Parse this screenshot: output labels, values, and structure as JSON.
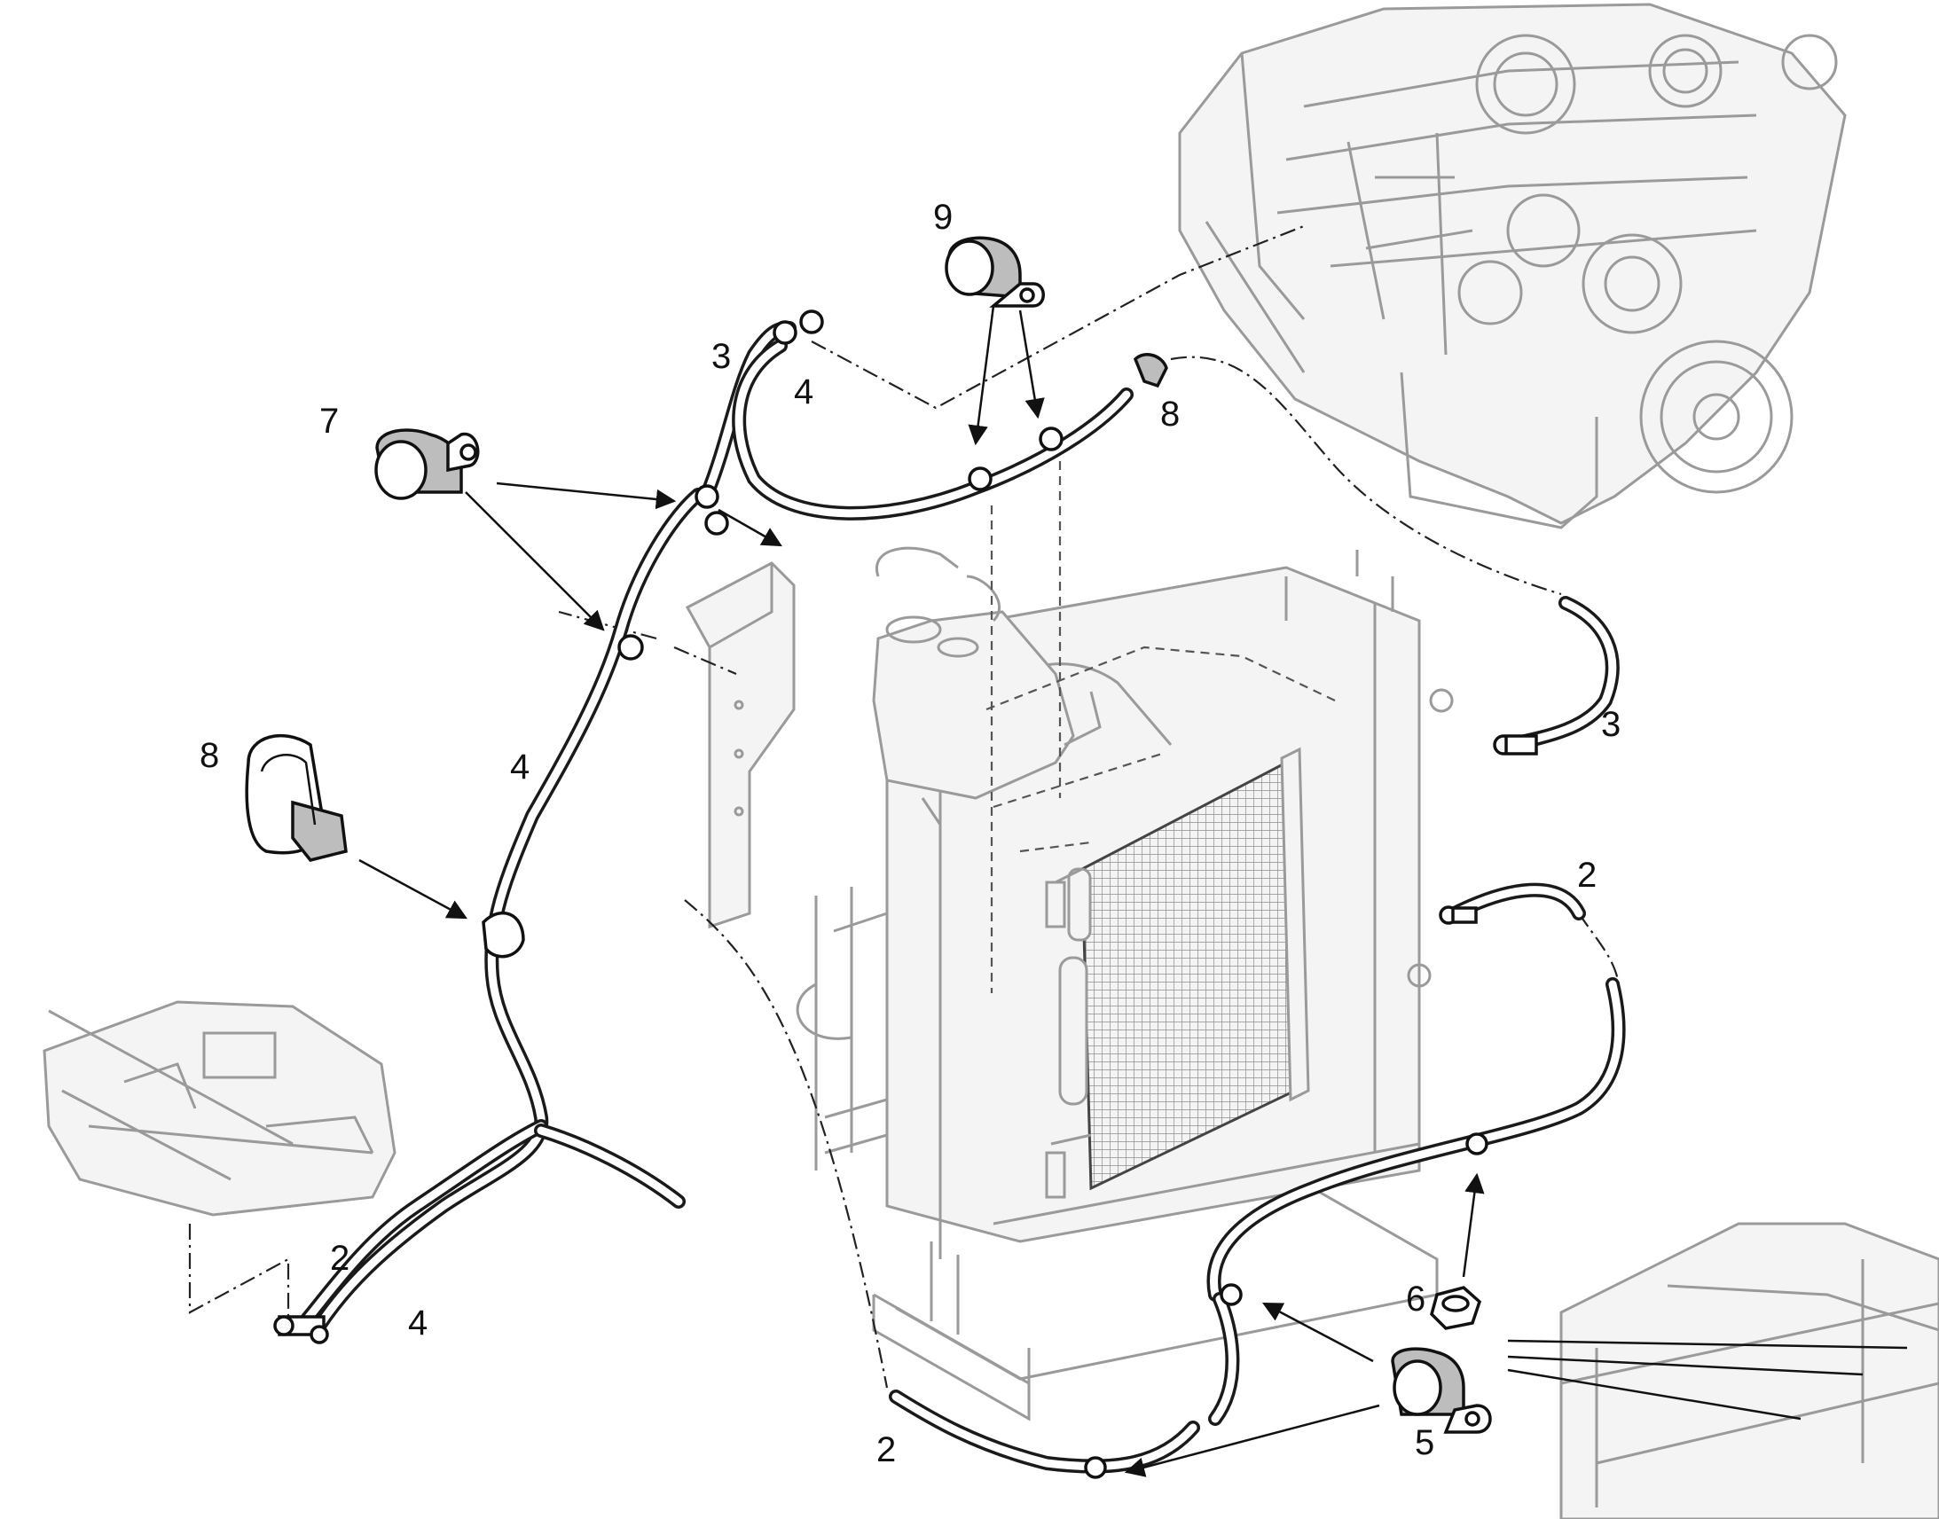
{
  "callouts": [
    {
      "id": "c1",
      "text": "9"
    },
    {
      "id": "c2",
      "text": "3"
    },
    {
      "id": "c3",
      "text": "4"
    },
    {
      "id": "c4",
      "text": "7"
    },
    {
      "id": "c5",
      "text": "8"
    },
    {
      "id": "c6",
      "text": "8"
    },
    {
      "id": "c7",
      "text": "4"
    },
    {
      "id": "c8",
      "text": "3"
    },
    {
      "id": "c9",
      "text": "2"
    },
    {
      "id": "c10",
      "text": "2"
    },
    {
      "id": "c11",
      "text": "4"
    },
    {
      "id": "c12",
      "text": "6"
    },
    {
      "id": "c13",
      "text": "5"
    },
    {
      "id": "c14",
      "text": "2"
    }
  ]
}
